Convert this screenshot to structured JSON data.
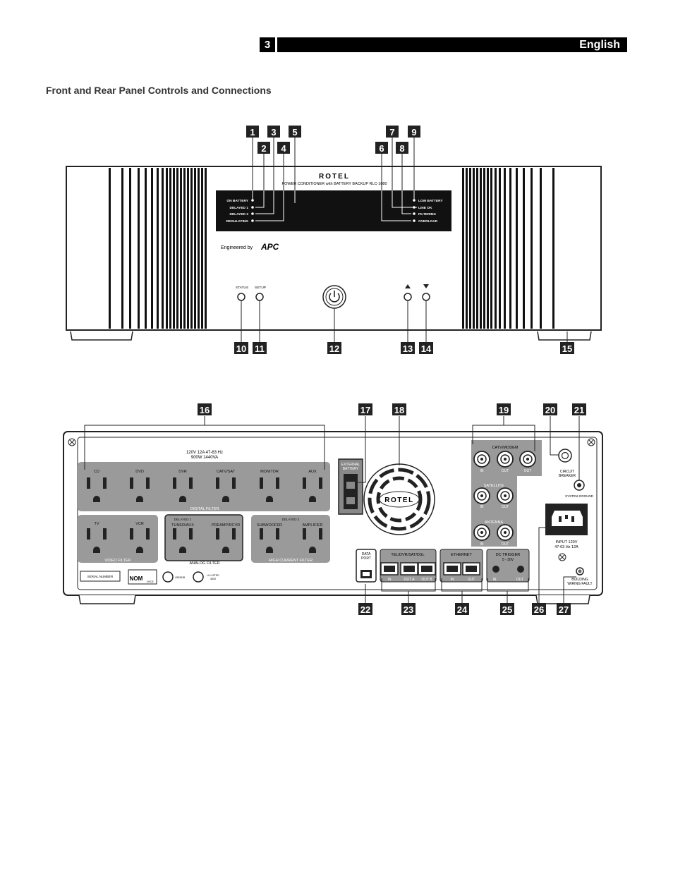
{
  "header": {
    "page_number": "3",
    "language": "English"
  },
  "section_title": "Front and Rear Panel Controls and Connections",
  "front_panel": {
    "brand": "ROTEL",
    "model_line": "POWER CONDITIONER with BATTERY BACKUP RLC-1080",
    "engineered_by": "Engineered by",
    "apc": "APC",
    "left_indicators": [
      "ON BATTERY",
      "DELAYED 1",
      "DELAYED 2",
      "REGULATING"
    ],
    "right_indicators": [
      "LOW BATTERY",
      "LINE OK",
      "FILTERING",
      "OVERLOAD"
    ],
    "status_label": "STATUS",
    "setup_label": "SETUP",
    "callouts": [
      "1",
      "2",
      "3",
      "4",
      "5",
      "6",
      "7",
      "8",
      "9",
      "10",
      "11",
      "12",
      "13",
      "14",
      "15"
    ]
  },
  "rear_panel": {
    "rating_line1": "120V 12A 47-63 Hz",
    "rating_line2": "900W 1440VA",
    "digital_outlets": [
      "CD",
      "DVD",
      "DVR",
      "CATV/SAT",
      "MONITOR",
      "AUX"
    ],
    "digital_filter": "DIGITAL FILTER",
    "video_outlets": [
      "TV",
      "VCR"
    ],
    "video_filter": "VIDEO FILTER",
    "delayed1": "DELAYED 1",
    "analog_outlets": [
      "TUNER/AUX",
      "PREAMP/RCVR"
    ],
    "analog_filter": "ANALOG FILTER",
    "delayed2": "DELAYED 2",
    "hc_outlets": [
      "SUBWOOFER",
      "AMPLIFIER"
    ],
    "hc_filter": "HIGH CURRENT FILTER",
    "ext_battery1": "EXTERNAL",
    "ext_battery2": "BATTERY",
    "fan_brand": "ROTEL",
    "catv_modem": "CATV/MODEM",
    "satellite": "SATELLITE",
    "antenna": "ANTENNA",
    "in": "IN",
    "out": "OUT",
    "circuit_breaker1": "CIRCUIT",
    "circuit_breaker2": "BREAKER",
    "system_ground": "SYSTEM GROUND",
    "input1": "INPUT 120V",
    "input2": "47-63 Hz  12A",
    "data_port1": "DATA",
    "data_port2": "PORT",
    "tel": "TEL/DVR/SAT/DSL",
    "out_a": "OUT A",
    "out_b": "OUT B",
    "ethernet": "ETHERNET",
    "dc_trigger": "DC TRIGGER",
    "dc_range": "5 - 30V",
    "building1": "BUILDING",
    "building2": "WIRING FAULT",
    "serial": "SERIAL NUMBER",
    "nom": "NOM",
    "nyce": "NYCE",
    "ul_listed1": "UL LISTED",
    "ul_listed2": "4D52",
    "csa": "LR63938",
    "callouts": [
      "16",
      "17",
      "18",
      "19",
      "20",
      "21",
      "22",
      "23",
      "24",
      "25",
      "26",
      "27"
    ]
  }
}
